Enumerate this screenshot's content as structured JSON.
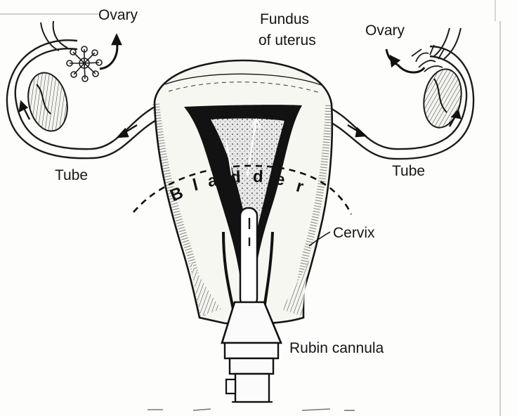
{
  "labels": {
    "ovary_left": "Ovary",
    "ovary_right": "Ovary",
    "fundus_line1": "Fundus",
    "fundus_line2": "of uterus",
    "tube_left": "Tube",
    "tube_right": "Tube",
    "bladder": "Bladder",
    "cervix": "Cervix",
    "rubin_cannula": "Rubin cannula"
  }
}
